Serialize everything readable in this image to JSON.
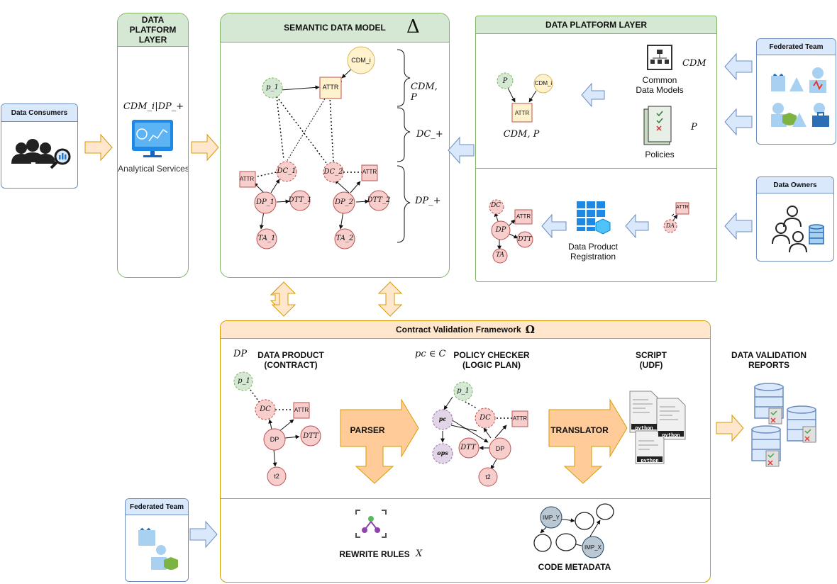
{
  "data_consumers": {
    "title": "Data Consumers"
  },
  "analytics_layer": {
    "title": "DATA PLATFORM LAYER",
    "formula": "CDM_i|DP_+",
    "service_label": "Analytical Services"
  },
  "semantic_model": {
    "title": "SEMANTIC DATA MODEL",
    "symbol": "Δ",
    "brace_labels": [
      "CDM, P",
      "DC_+",
      "DP_+"
    ],
    "nodes": {
      "cdm": "CDM_i",
      "attr": "ATTR",
      "p1": "p_1",
      "dc1": "DC_1",
      "dc2": "DC_2",
      "dp1": "DP_1",
      "dp2": "DP_2",
      "dtt1": "DTT_1",
      "dtt2": "DTT_2",
      "ta1": "TA_1",
      "ta2": "TA_2"
    }
  },
  "platform_layer": {
    "title": "DATA PLATFORM LAYER",
    "cdm_math": "CDM",
    "cdm_label": "Common Data Models",
    "p_math": "P",
    "policies_label": "Policies",
    "mini_caption": "CDM, P",
    "mini_nodes": {
      "p": "P",
      "cdm": "CDM_i",
      "attr": "ATTR"
    },
    "registration_label": "Data Product Registration",
    "reg_nodes": {
      "dc": "DC",
      "attr": "ATTR",
      "dp": "DP",
      "dtt": "DTT",
      "ta": "TA",
      "da": "DA"
    }
  },
  "federated_team_top": {
    "title": "Federated Team"
  },
  "data_owners": {
    "title": "Data Owners"
  },
  "validation_framework": {
    "title": "Contract Validation Framework",
    "symbol": "Ω",
    "dp_math": "DP",
    "data_product_title": "DATA PRODUCT (CONTRACT)",
    "pc_math": "pc ∈ C",
    "policy_checker_title": "POLICY CHECKER (LOGIC PLAN)",
    "script_title": "SCRIPT (UDF)",
    "parser_label": "PARSER",
    "translator_label": "TRANSLATOR",
    "rewrite_label": "REWRITE RULES",
    "rewrite_math": "X",
    "code_meta_label": "CODE METADATA",
    "imp_y": "IMP_Y",
    "imp_x": "IMP_X",
    "contract_nodes": {
      "p1": "p_1",
      "dc": "DC",
      "attr": "ATTR",
      "dp": "DP",
      "dtt": "DTT",
      "t2": "t2"
    },
    "checker_nodes": {
      "p1": "p_1",
      "pc": "pc",
      "ops": "ops",
      "dc": "DC",
      "attr": "ATTR",
      "dtt": "DTT",
      "dp": "DP",
      "t2": "t2"
    },
    "script_logo": "python"
  },
  "reports": {
    "title": "DATA VALIDATION REPORTS"
  },
  "federated_team_bottom": {
    "title": "Federated Team"
  },
  "colors": {
    "green_border": "#82b366",
    "green_fill": "#d5e8d4",
    "orange_border": "#d79b00",
    "orange_fill": "#ffe6cc",
    "blue_border": "#6c8ebf",
    "blue_fill": "#dae8fc",
    "node_red": "#f8cecc",
    "node_red_border": "#b85450",
    "node_green": "#d5e8d4",
    "node_purple": "#e1d5e7",
    "node_yellow": "#fff2cc"
  }
}
